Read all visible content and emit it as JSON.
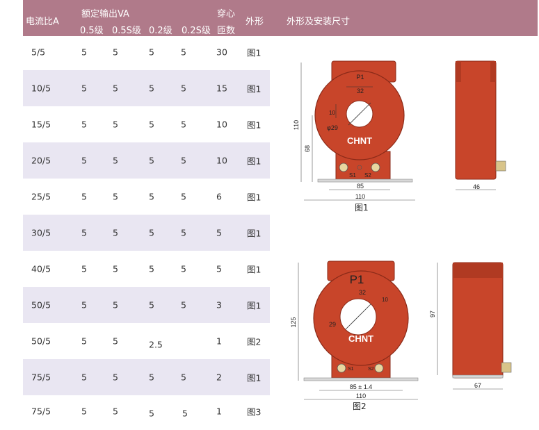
{
  "header": {
    "ratio": "电流比A",
    "rated_output": "额定输出VA",
    "classes": [
      "0.5级",
      "0.5S级",
      "0.2级",
      "0.2S级"
    ],
    "turns_top": "穿心",
    "turns_bottom": "匝数",
    "shape": "外形",
    "shape_dims": "外形及安装尺寸"
  },
  "rows": [
    {
      "ratio": "5/5",
      "c05": "5",
      "c05s": "5",
      "c02": "5",
      "c02s": "5",
      "turns": "30",
      "fig": "图1"
    },
    {
      "ratio": "10/5",
      "c05": "5",
      "c05s": "5",
      "c02": "5",
      "c02s": "5",
      "turns": "15",
      "fig": "图1"
    },
    {
      "ratio": "15/5",
      "c05": "5",
      "c05s": "5",
      "c02": "5",
      "c02s": "5",
      "turns": "10",
      "fig": "图1"
    },
    {
      "ratio": "20/5",
      "c05": "5",
      "c05s": "5",
      "c02": "5",
      "c02s": "5",
      "turns": "10",
      "fig": "图1"
    },
    {
      "ratio": "25/5",
      "c05": "5",
      "c05s": "5",
      "c02": "5",
      "c02s": "5",
      "turns": "6",
      "fig": "图1"
    },
    {
      "ratio": "30/5",
      "c05": "5",
      "c05s": "5",
      "c02": "5",
      "c02s": "5",
      "turns": "5",
      "fig": "图1"
    },
    {
      "ratio": "40/5",
      "c05": "5",
      "c05s": "5",
      "c02": "5",
      "c02s": "5",
      "turns": "5",
      "fig": "图1"
    },
    {
      "ratio": "50/5",
      "c05": "5",
      "c05s": "5",
      "c02": "5",
      "c02s": "5",
      "turns": "3",
      "fig": "图1"
    },
    {
      "ratio": "50/5",
      "c05": "5",
      "c05s": "5",
      "c02": "2.5",
      "c02s": "",
      "turns": "1",
      "fig": "图2"
    },
    {
      "ratio": "75/5",
      "c05": "5",
      "c05s": "5",
      "c02": "5",
      "c02s": "5",
      "turns": "2",
      "fig": "图1"
    },
    {
      "ratio": "75/5",
      "c05": "5",
      "c05s": "5",
      "c02": "5",
      "c02s": "5",
      "turns": "1",
      "fig": "图3"
    }
  ],
  "figure1": {
    "caption": "图1",
    "label_p": "P1",
    "brand": "CHNT",
    "dim_32": "32",
    "dim_10": "10",
    "dim_phi29": "φ29",
    "dim_110_v": "110",
    "dim_68": "68",
    "dim_85": "85",
    "dim_110_h": "110",
    "dim_46": "46",
    "s1": "S1",
    "s2": "S2"
  },
  "figure2": {
    "caption": "图2",
    "label_p": "P1",
    "brand": "CHNT",
    "dim_32": "32",
    "dim_10": "10",
    "dim_29": "29",
    "dim_125": "125",
    "dim_85": "85 ± 1.4",
    "dim_110": "110",
    "dim_97": "97",
    "dim_67": "67",
    "s1": "S1",
    "s2": "S2"
  },
  "colors": {
    "header": "#b07a8a",
    "row_shade": "#e9e6f2",
    "ct_body": "#c8452a",
    "ct_edge": "#8a2a18"
  }
}
